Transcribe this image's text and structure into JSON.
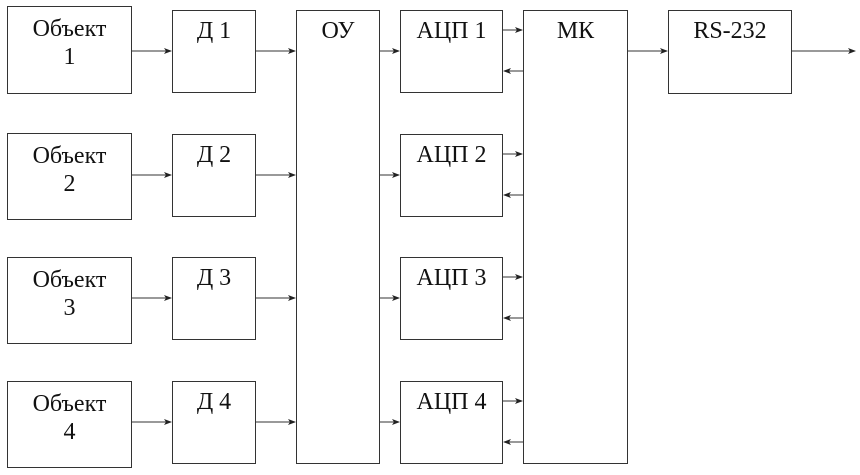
{
  "diagram": {
    "objects": [
      {
        "line1": "Объект",
        "line2": "1"
      },
      {
        "line1": "Объект",
        "line2": "2"
      },
      {
        "line1": "Объект",
        "line2": "3"
      },
      {
        "line1": "Объект",
        "line2": "4"
      }
    ],
    "sensors": [
      "Д 1",
      "Д 2",
      "Д 3",
      "Д 4"
    ],
    "amplifier": "ОУ",
    "adcs": [
      "АЦП 1",
      "АЦП 2",
      "АЦП 3",
      "АЦП 4"
    ],
    "mcu": "МК",
    "interface": "RS-232",
    "colors": {
      "line": "#333333",
      "background": "#ffffff"
    }
  }
}
